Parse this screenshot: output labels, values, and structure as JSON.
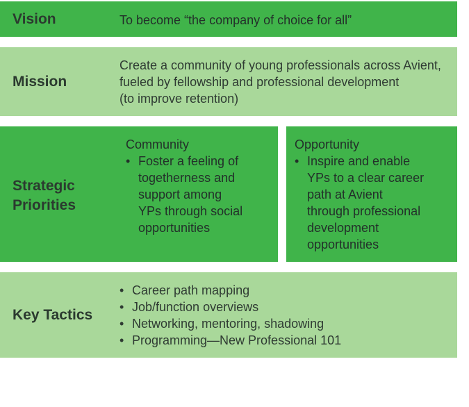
{
  "vision": {
    "label": "Vision",
    "text": "To become “the company of choice for all”"
  },
  "mission": {
    "label": "Mission",
    "lines": [
      "Create a community of young professionals across Avient,",
      "fueled by fellowship and professional development",
      "(to improve retention)"
    ]
  },
  "strategic_priorities": {
    "label_lines": [
      "Strategic",
      "Priorities"
    ],
    "community": {
      "heading": "Community",
      "bullet_lines": [
        "Foster a feeling of",
        "togetherness and",
        "support among",
        "YPs through social",
        "opportunities"
      ]
    },
    "opportunity": {
      "heading": "Opportunity",
      "bullet_lines": [
        "Inspire and enable",
        "YPs to a clear career",
        "path at Avient",
        "through professional",
        "development",
        "opportunities"
      ]
    }
  },
  "key_tactics": {
    "label": "Key Tactics",
    "items": [
      "Career path mapping",
      "Job/function overviews",
      "Networking, mentoring, shadowing",
      "Programming—New Professional 101"
    ]
  },
  "bullet_glyph": "•",
  "colors": {
    "dark_green": "#40b44a",
    "light_green": "#a9d89a"
  }
}
